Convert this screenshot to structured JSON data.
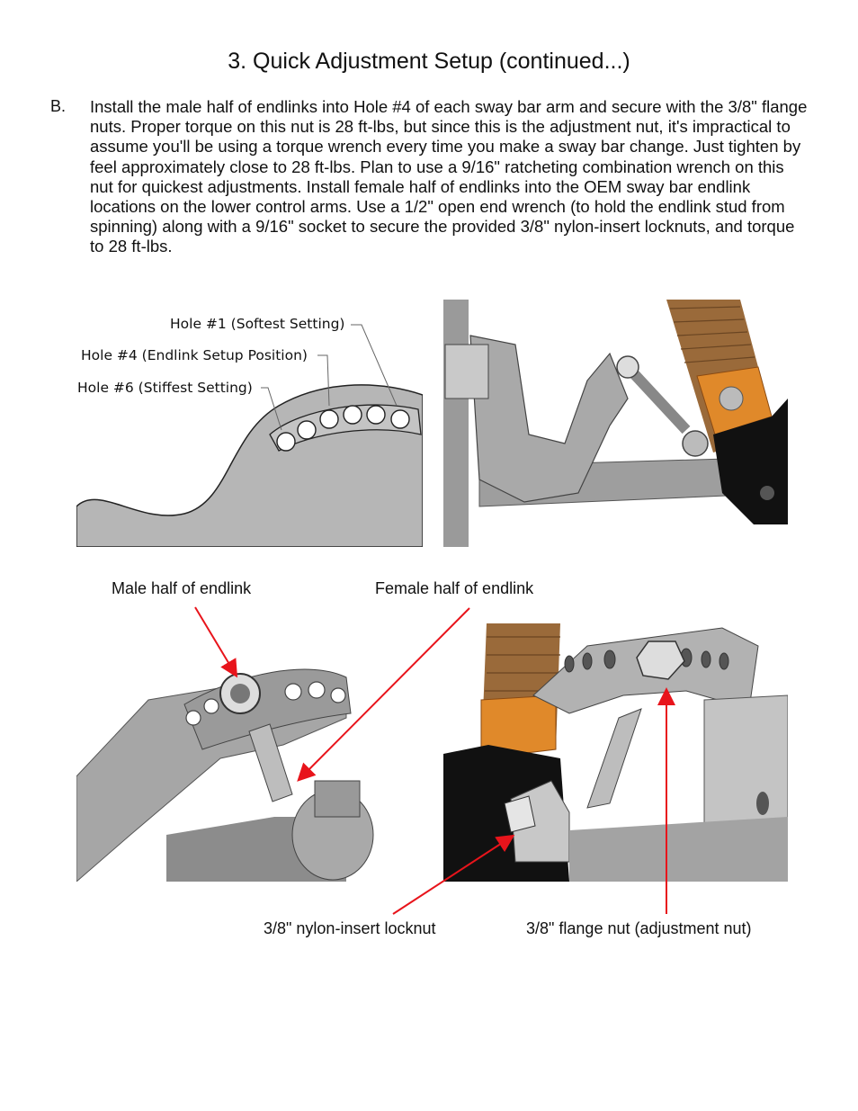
{
  "page": {
    "title": "3. Quick Adjustment Setup (continued...)",
    "step_letter": "B.",
    "step_text": "Install the male half of endlinks into Hole #4 of each sway bar arm and secure with the 3/8\" flange nuts.  Proper torque on this nut is 28 ft-lbs, but since this is the adjustment nut, it's impractical to assume you'll be using a torque wrench every time you make a sway bar change.  Just tighten by feel approximately close to 28 ft-lbs.  Plan to use a 9/16\" ratcheting combination wrench on this nut for quickest adjustments.  Install female half of endlinks into the OEM sway bar endlink locations on the lower control arms.  Use a 1/2\" open end wrench (to hold the endlink stud from spinning) along with a 9/16\" socket to secure the provided 3/8\" nylon-insert locknuts, and torque to 28 ft-lbs."
  },
  "figure1": {
    "callouts": {
      "hole1": "Hole #1 (Softest Setting)",
      "hole4": "Hole #4 (Endlink Setup Position)",
      "hole6": "Hole #6 (Stiffest Setting)"
    }
  },
  "labels": {
    "male": "Male half of endlink",
    "female": "Female half of endlink",
    "locknut": "3/8\" nylon-insert locknut",
    "flange_nut": "3/8\" flange nut (adjustment nut)"
  },
  "colors": {
    "arrow": "#e8141b",
    "metal": "#a3a3a3",
    "copper": "#d9822b",
    "rubber": "#111111"
  }
}
